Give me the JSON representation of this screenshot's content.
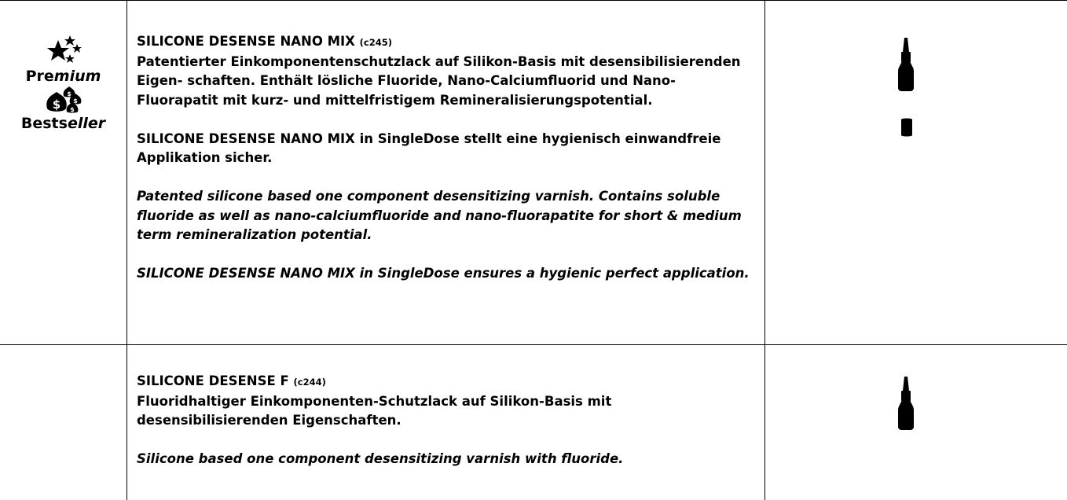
{
  "products": [
    {
      "badge": {
        "premium_a": "Pre",
        "premium_b": "mium",
        "best_a": "Bests",
        "best_b": "eller",
        "stars_icon": "stars-icon",
        "money_icon": "money-bags-icon"
      },
      "title": "SILICONE DESENSE NANO MIX",
      "code": "(c245)",
      "de_1": "Patentierter Einkomponentenschutzlack auf Silikon-Basis mit desensibilisierenden Eigen- schaften. Enthält lösliche Fluoride, Nano-Calciumfluorid und Nano-Fluorapatit mit kurz- und mittelfristigem Remineralisierungspotential.",
      "de_2": "SILICONE DESENSE NANO MIX in SingleDose stellt eine hygienisch einwandfreie Applikation sicher.",
      "en_1": "Patented silicone based one component desensitizing varnish. Contains soluble fluoride as well as nano-calciumfluoride and nano-fluorapatite for short & medium term remineralization potential.",
      "en_2": "SILICONE DESENSE NANO MIX in SingleDose ensures a hygienic perfect application.",
      "icons": [
        "dropper-bottle-icon",
        "single-dose-cup-icon"
      ]
    },
    {
      "title": "SILICONE DESENSE F",
      "code": "(c244)",
      "de_1": "Fluoridhaltiger Einkomponenten-Schutzlack auf Silikon-Basis mit desensibilisierenden Eigenschaften.",
      "en_1": "Silicone based one component desensitizing varnish with fluoride.",
      "icons": [
        "dropper-bottle-icon"
      ]
    }
  ],
  "colors": {
    "ink": "#000000",
    "background": "#ffffff"
  }
}
